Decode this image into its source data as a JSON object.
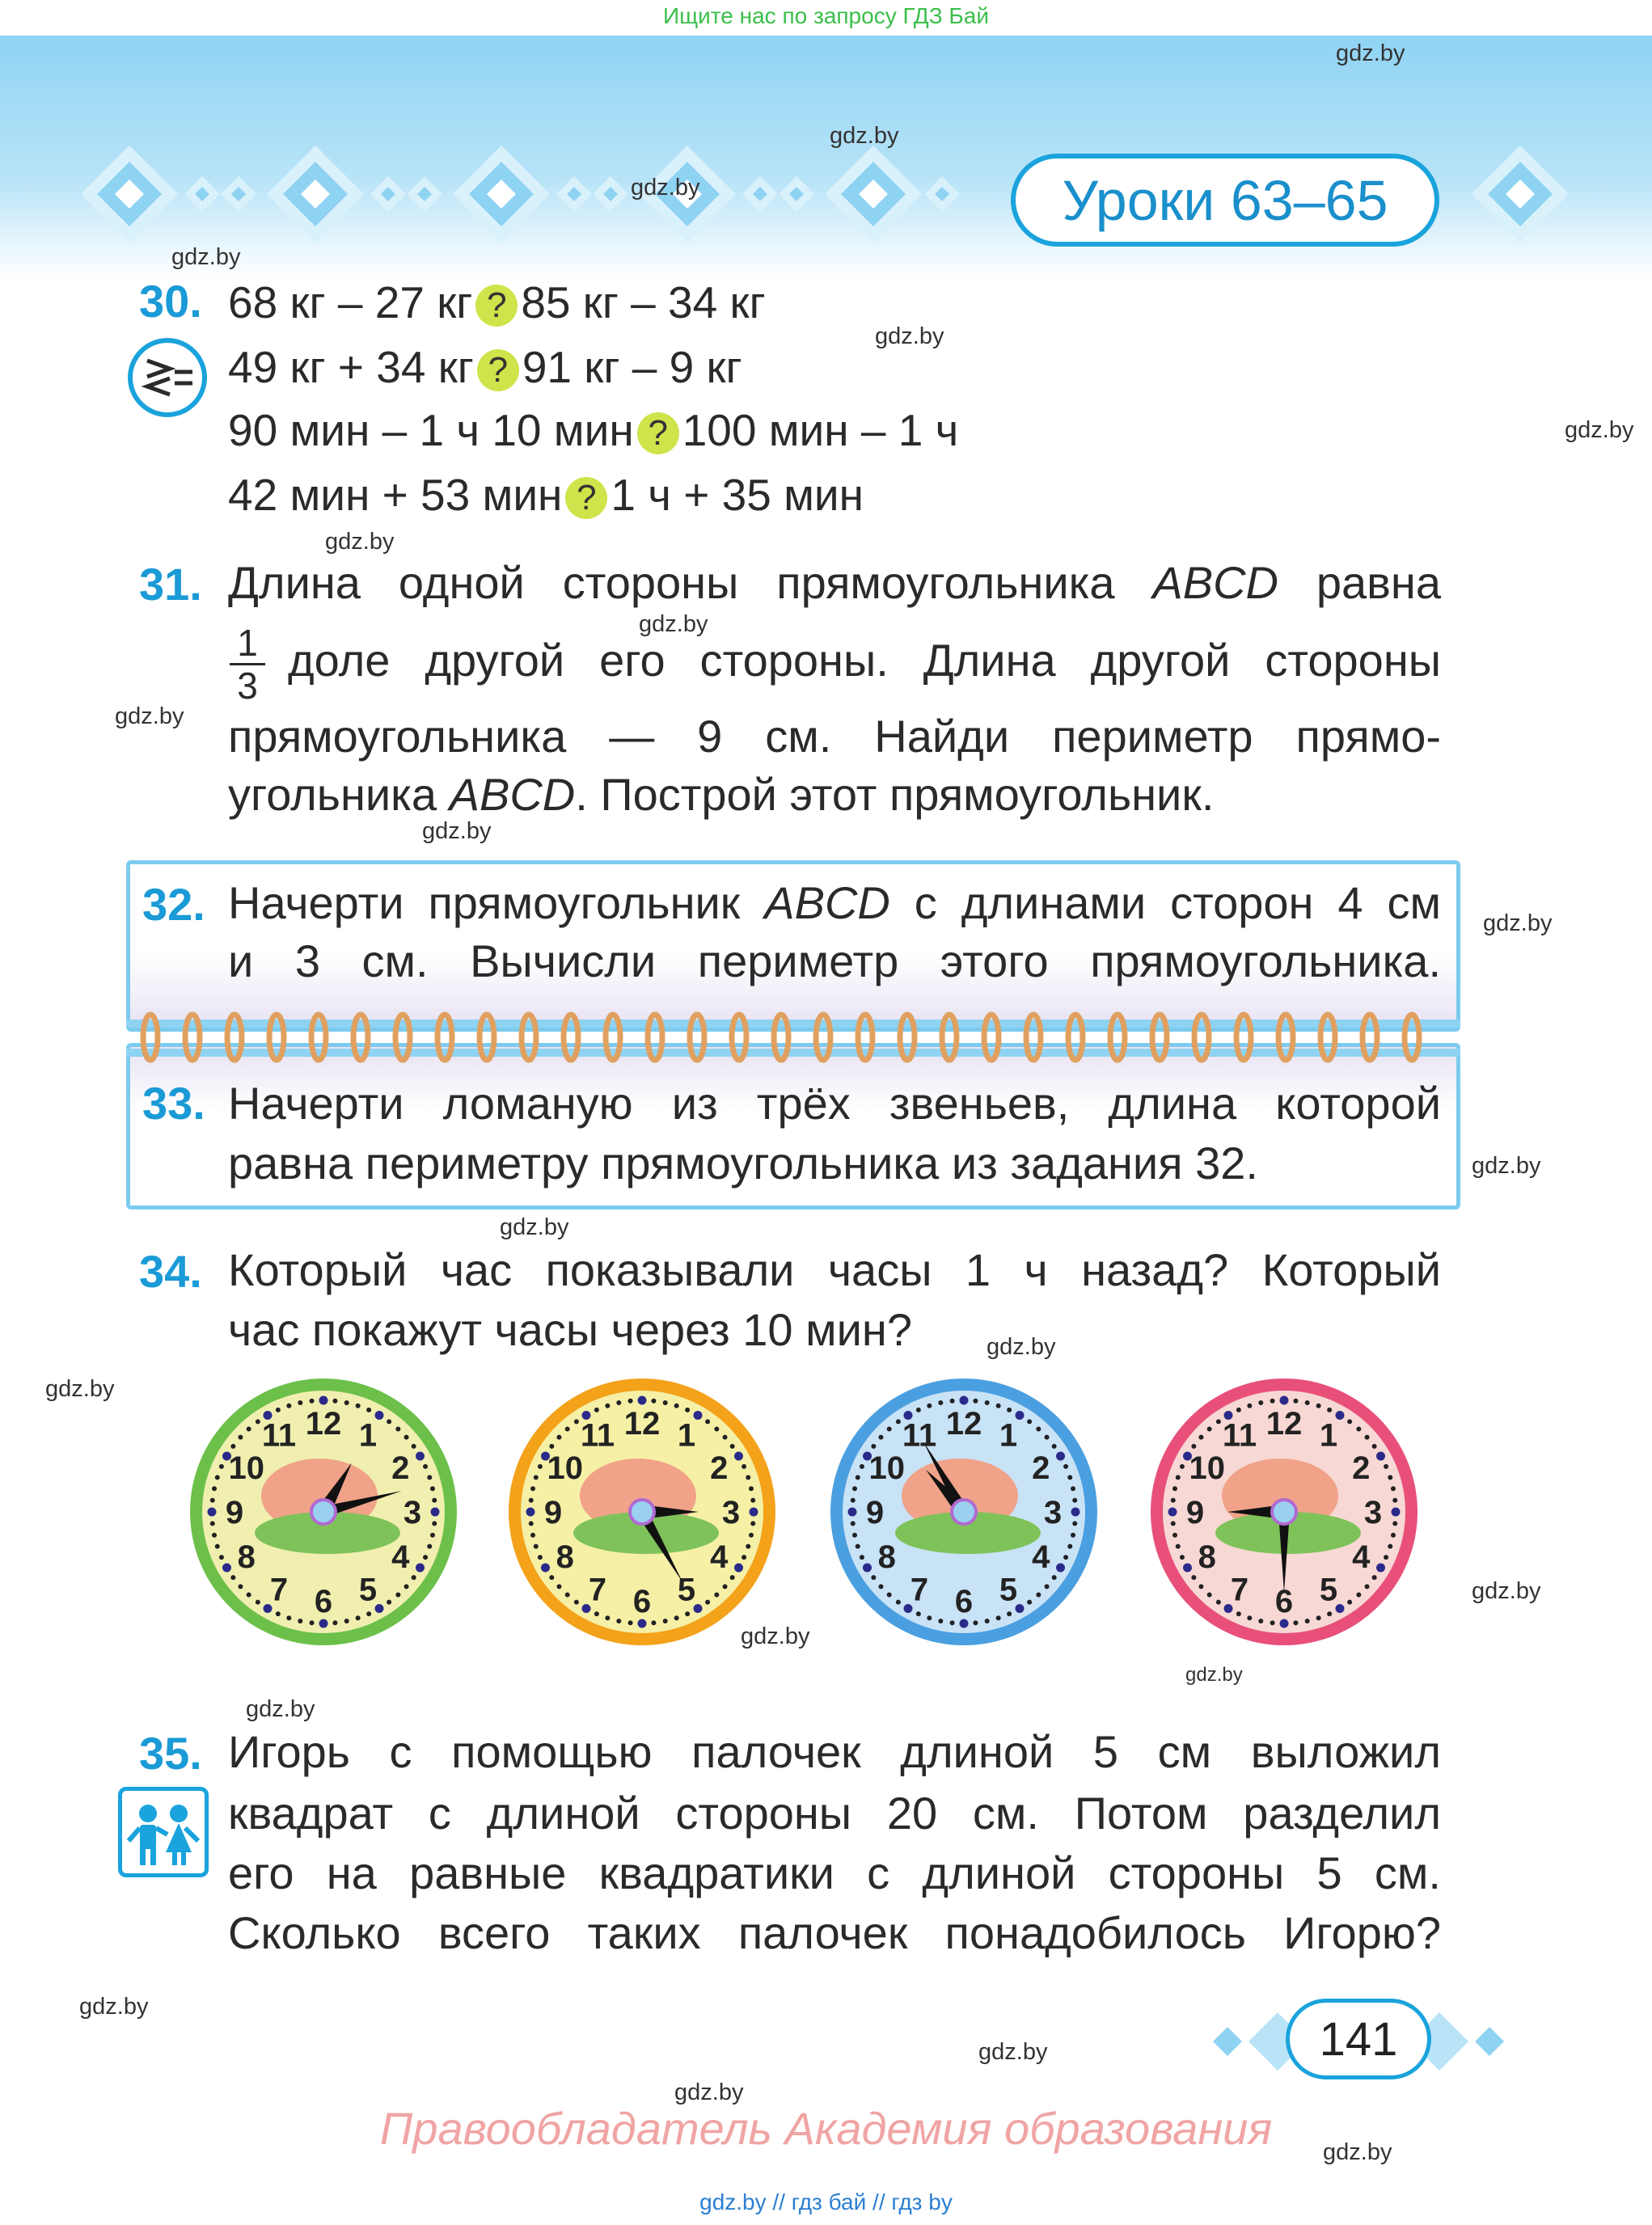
{
  "top_note": "Ищите нас по запросу ГДЗ Бай",
  "header": {
    "title": "Уроки 63–65"
  },
  "watermark": "gdz.by",
  "tasks": {
    "t30": {
      "number": "30.",
      "icon": "compare-signs-icon",
      "lines": [
        {
          "left": "68 кг – 27 кг",
          "mark": "?",
          "right": "85 кг – 34 кг"
        },
        {
          "left": "49 кг + 34 кг",
          "mark": "?",
          "right": "91 кг – 9 кг"
        },
        {
          "left": "90 мин – 1 ч 10 мин",
          "mark": "?",
          "right": "100 мин – 1 ч"
        },
        {
          "left": "42 мин + 53 мин",
          "mark": "?",
          "right": "1 ч + 35 мин"
        }
      ]
    },
    "t31": {
      "number": "31.",
      "line1_a": "Длина одной стороны прямоугольника ",
      "line1_it": "ABCD",
      "line1_b": " равна",
      "frac_num": "1",
      "frac_den": "3",
      "line2": "доле другой его стороны. Длина другой стороны",
      "line3": "прямоугольника — 9 см. Найди периметр прямо-",
      "line4_a": "угольника ",
      "line4_it": "ABCD",
      "line4_b": ". Построй этот прямоугольник."
    },
    "t32": {
      "number": "32.",
      "line1_a": "Начерти прямоугольник ",
      "line1_it": "ABCD",
      "line1_b": " с длинами сторон 4 см",
      "line2": "и 3 см. Вычисли периметр этого прямоугольника."
    },
    "t33": {
      "number": "33.",
      "line1": "Начерти ломаную из трёх звеньев, длина которой",
      "line2": "равна периметру прямоугольника из задания 32."
    },
    "t34": {
      "number": "34.",
      "line1": "Который час показывали часы 1 ч назад? Который",
      "line2": "час покажут часы через 10 мин?"
    },
    "t35": {
      "number": "35.",
      "icon": "kids-pair-icon",
      "lines": [
        "Игорь с помощью палочек длиной 5 см выложил",
        "квадрат с длиной стороны 20 см. Потом разделил",
        "его на равные квадратики с длиной стороны 5 см.",
        "Сколько всего таких палочек понадобилось Игорю?"
      ]
    }
  },
  "clock_numbers": [
    "12",
    "1",
    "2",
    "3",
    "4",
    "5",
    "6",
    "7",
    "8",
    "9",
    "10",
    "11"
  ],
  "clocks": [
    {
      "hour_hand": 1.0,
      "minute_hand": 2.5,
      "ring": "#6cc04a",
      "face": "#f0efb0"
    },
    {
      "hour_hand": 3.0,
      "minute_hand": 5.0,
      "ring": "#f3a21a",
      "face": "#f6f0a6"
    },
    {
      "hour_hand": 10.6,
      "minute_hand": 11.0,
      "ring": "#4a9fe0",
      "face": "#c8e2f6"
    },
    {
      "hour_hand": 9.0,
      "minute_hand": 6.0,
      "ring": "#e8507a",
      "face": "#f8d8d4"
    }
  ],
  "page_number": "141",
  "rights_holder": "Правообладатель Академия образования",
  "footer": "gdz.by  //  гдз бай  //  гдз by",
  "colors": {
    "accent": "#1a9ad6",
    "question_badge": "#cfe34a",
    "header_blue": "#8fd3f3"
  }
}
